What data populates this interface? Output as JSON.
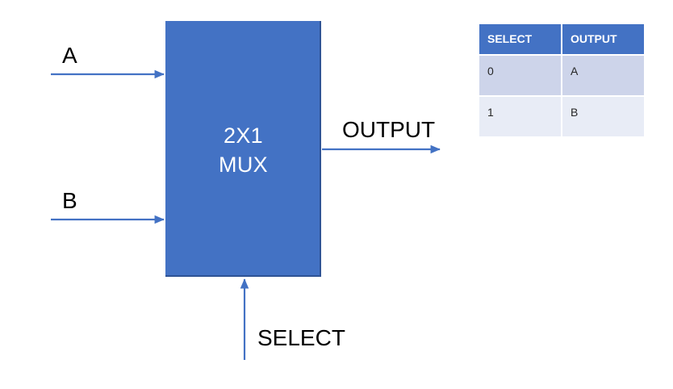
{
  "diagram": {
    "block": {
      "line1": "2X1",
      "line2": "MUX",
      "label": "2X1\nMUX",
      "fill_color": "#4372C4",
      "border_color": "#2E5395",
      "text_color": "#FFFFFF"
    },
    "inputs": [
      {
        "label": "A",
        "name": "input-a"
      },
      {
        "label": "B",
        "name": "input-b"
      }
    ],
    "control": {
      "label": "SELECT",
      "name": "select-control"
    },
    "outputs": [
      {
        "label": "OUTPUT",
        "name": "output-signal"
      }
    ],
    "wire_color": "#4372C4"
  },
  "truth_table": {
    "headers": [
      "SELECT",
      "OUTPUT"
    ],
    "rows": [
      {
        "select": "0",
        "output": "A"
      },
      {
        "select": "1",
        "output": "B"
      }
    ],
    "header_bg": "#4372C4",
    "header_text_color": "#FFFFFF",
    "row_odd_bg": "#CDD4EA",
    "row_even_bg": "#E8ECF6"
  }
}
